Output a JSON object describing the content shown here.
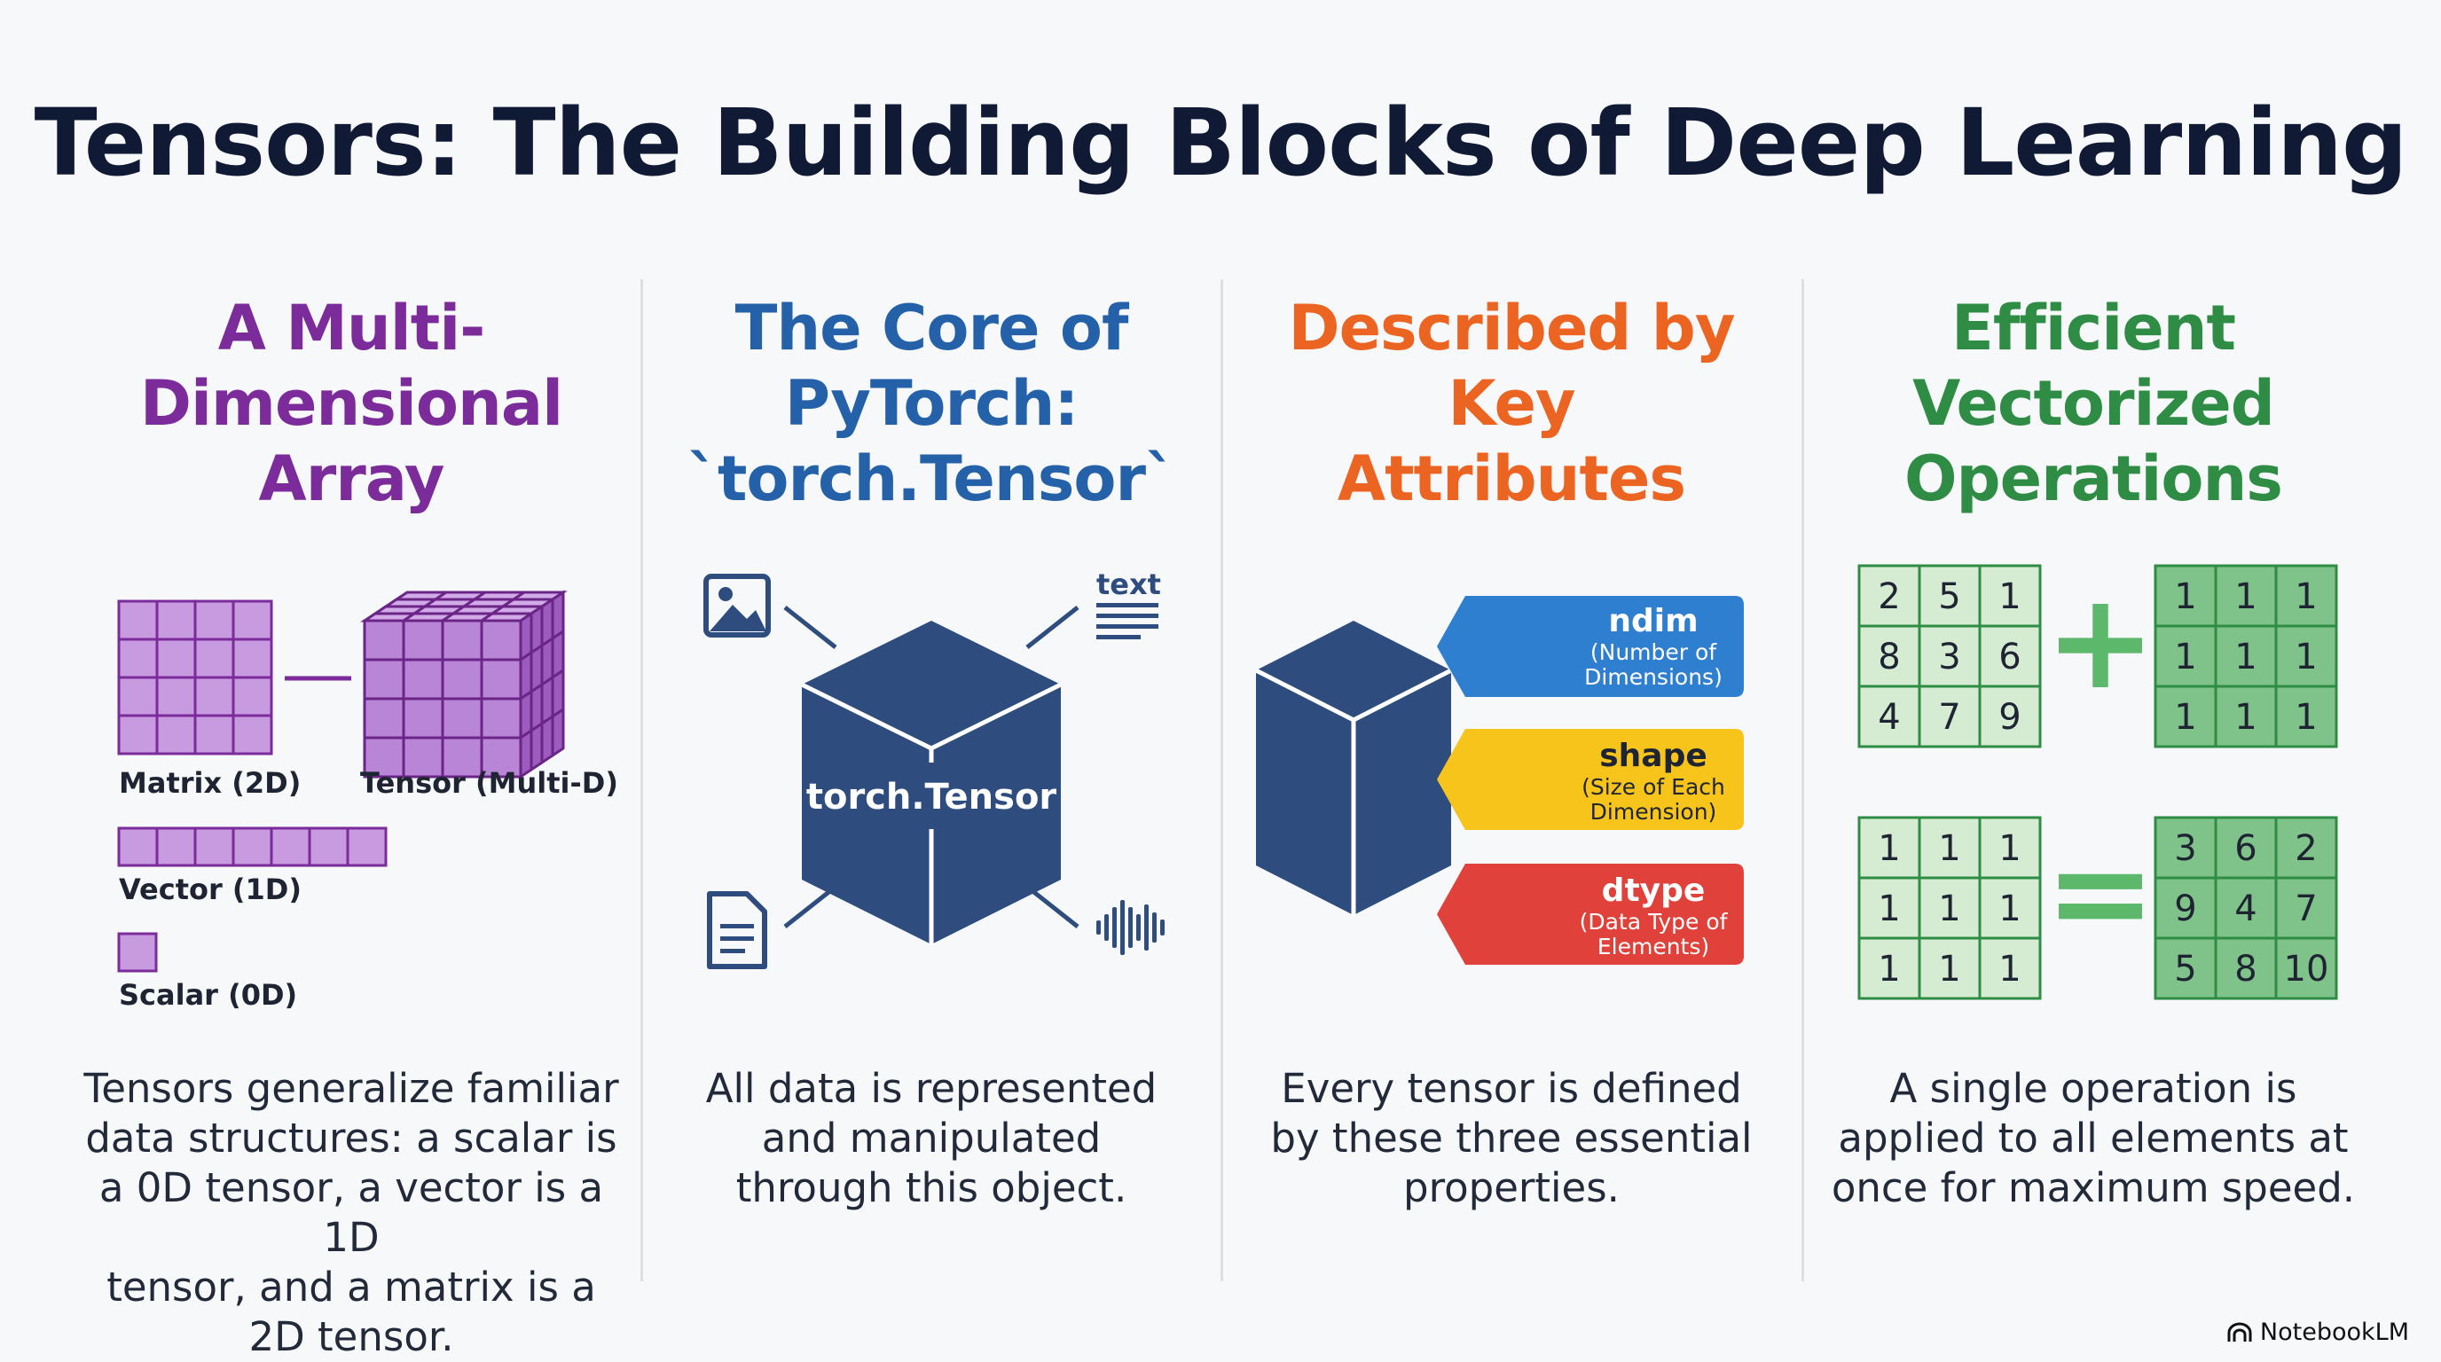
{
  "title": "Tensors: The Building Blocks of Deep Learning",
  "colors": {
    "purple": "#7b2b9a",
    "blue": "#2461a8",
    "orange": "#ec6421",
    "green": "#2f8c44",
    "navy": "#2e4d7e",
    "tensor_blue": "#2f7fd0",
    "tensor_yellow": "#f6c41b",
    "tensor_red": "#e0413a"
  },
  "columns": [
    {
      "heading": [
        "A Multi-",
        "Dimensional",
        "Array"
      ],
      "labels": {
        "matrix": "Matrix (2D)",
        "tensor": "Tensor (Multi-D)",
        "vector": "Vector (1D)",
        "scalar": "Scalar (0D)"
      },
      "description": [
        "Tensors generalize familiar",
        "data structures: a scalar is",
        "a 0D tensor, a vector is a 1D",
        "tensor, and a matrix is a",
        "2D tensor."
      ]
    },
    {
      "heading": [
        "The Core of",
        "PyTorch:",
        "`torch.Tensor`"
      ],
      "cube_label": "torch.Tensor",
      "text_icon_label": "text",
      "description": [
        "All data is represented",
        "and manipulated",
        "through this object."
      ]
    },
    {
      "heading": [
        "Described by",
        "Key",
        "Attributes"
      ],
      "attributes": [
        {
          "name": "ndim",
          "detail": [
            "(Number of",
            "Dimensions)"
          ]
        },
        {
          "name": "shape",
          "detail": [
            "(Size of Each",
            "Dimension)"
          ]
        },
        {
          "name": "dtype",
          "detail": [
            "(Data Type of",
            "Elements)"
          ]
        }
      ],
      "description": [
        "Every tensor is defined",
        "by these three essential",
        "properties."
      ]
    },
    {
      "heading": [
        "Efficient",
        "Vectorized",
        "Operations"
      ],
      "matrix_a": [
        [
          2,
          5,
          1
        ],
        [
          8,
          3,
          6
        ],
        [
          4,
          7,
          9
        ]
      ],
      "matrix_b": [
        [
          1,
          1,
          1
        ],
        [
          1,
          1,
          1
        ],
        [
          1,
          1,
          1
        ]
      ],
      "matrix_c": [
        [
          1,
          1,
          1
        ],
        [
          1,
          1,
          1
        ],
        [
          1,
          1,
          1
        ]
      ],
      "matrix_d": [
        [
          3,
          6,
          2
        ],
        [
          9,
          4,
          7
        ],
        [
          5,
          8,
          10
        ]
      ],
      "plus_symbol": "+",
      "equals_symbol": "=",
      "description": [
        "A single operation is",
        "applied to all elements at",
        "once for maximum speed."
      ]
    }
  ],
  "brand": "NotebookLM"
}
